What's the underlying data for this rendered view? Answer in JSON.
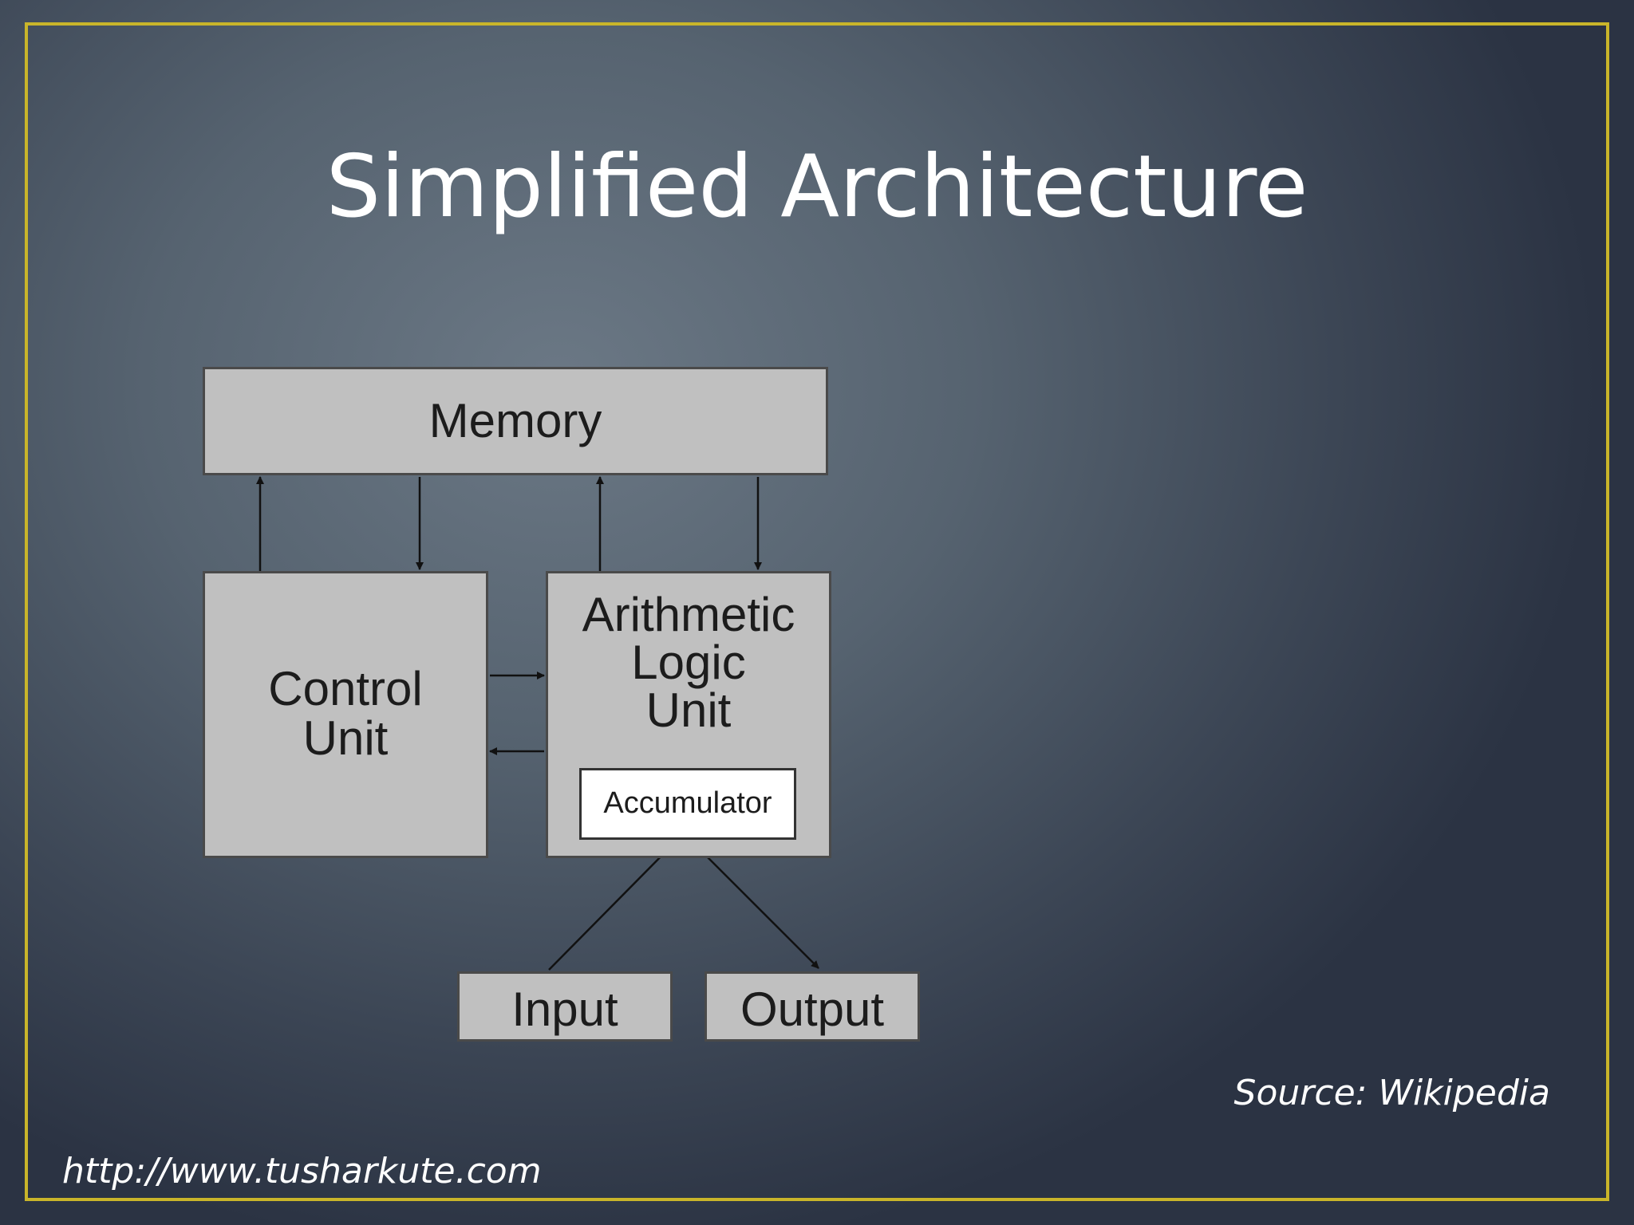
{
  "slide": {
    "title": "Simplified Architecture",
    "source": "Source: Wikipedia",
    "url": "http://www.tusharkute.com"
  },
  "diagram": {
    "memory": "Memory",
    "control_unit": [
      "Control",
      "Unit"
    ],
    "alu": [
      "Arithmetic",
      "Logic",
      "Unit"
    ],
    "accumulator": "Accumulator",
    "input": "Input",
    "output": "Output"
  },
  "colors": {
    "frame": "#c9b52a",
    "box_fill": "#c0c0c0",
    "accumulator_fill": "#ffffff"
  }
}
